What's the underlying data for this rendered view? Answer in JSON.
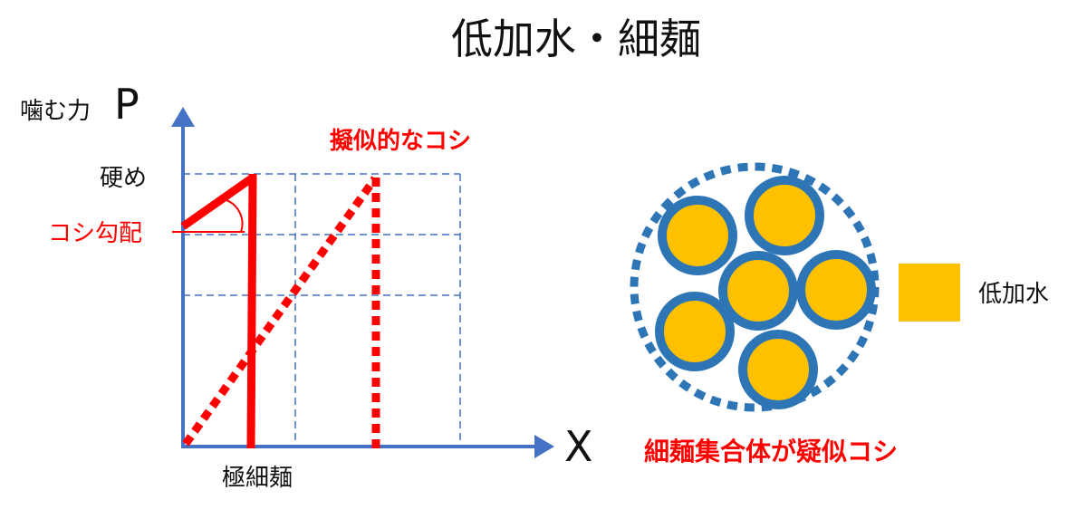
{
  "title": "低加水・細麺",
  "graph": {
    "y_axis_label": "噛む力",
    "y_axis_symbol": "P",
    "x_axis_symbol": "X",
    "hard_label": "硬め",
    "slope_label": "コシ勾配",
    "pseudo_label": "擬似的なコシ",
    "thin_label": "極細麺"
  },
  "bundle": {
    "legend_label": "低加水",
    "caption": "細麺集合体が疑似コシ"
  },
  "colors": {
    "axis": "#4472c4",
    "grid": "#4472c4",
    "red": "#ff0000",
    "noodle_fill": "#ffc000",
    "noodle_ring": "#2e75b6",
    "text": "#111111"
  }
}
